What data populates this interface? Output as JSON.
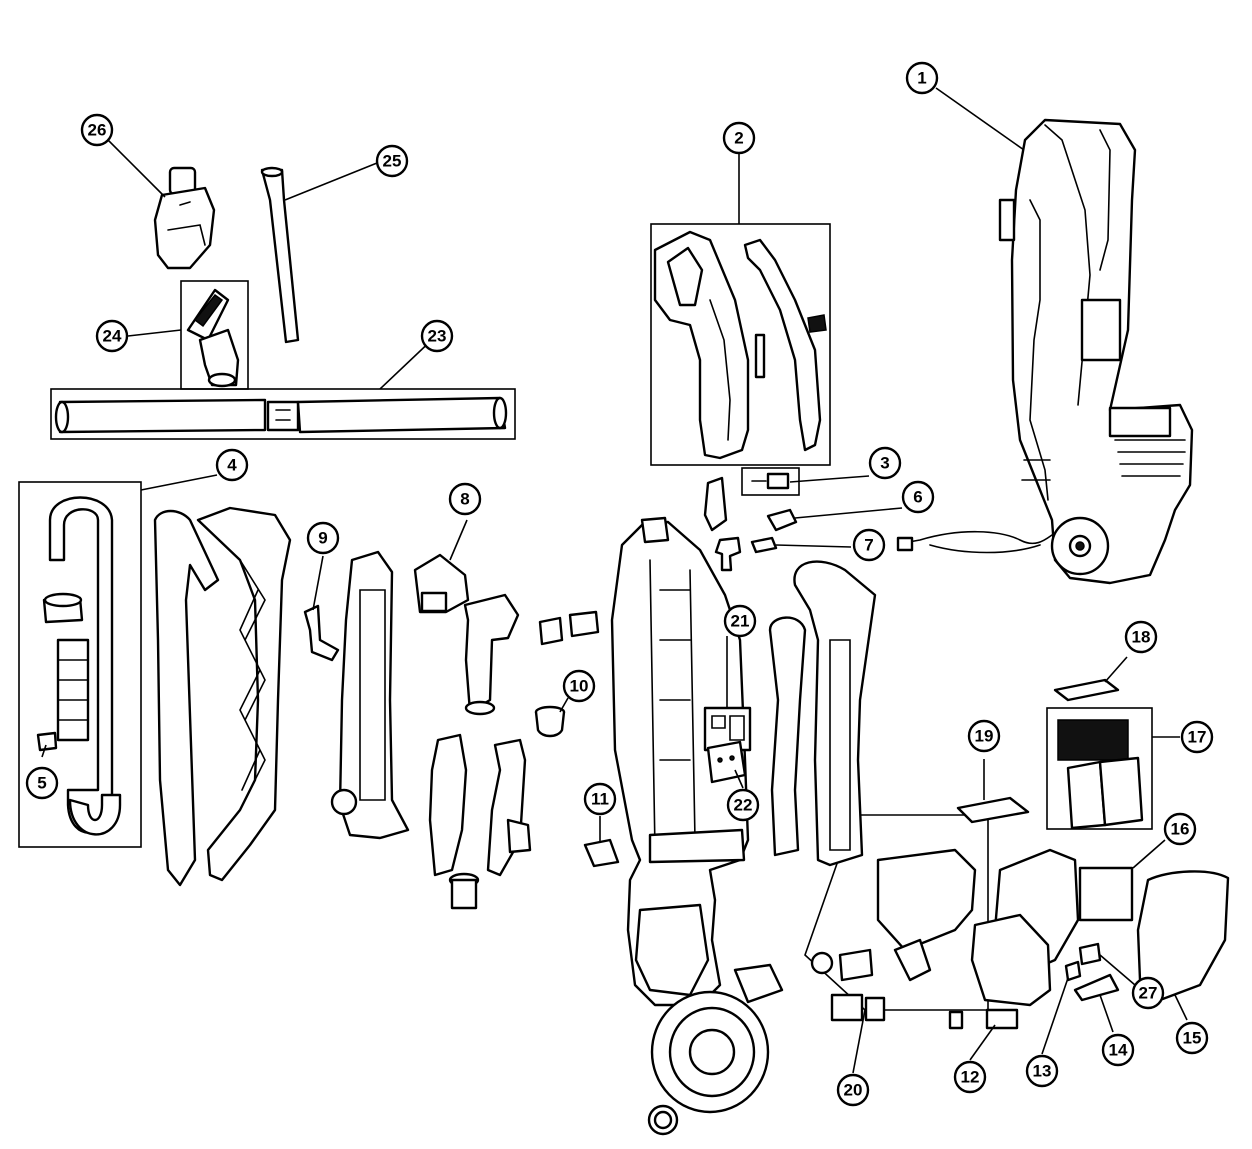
{
  "callouts": [
    {
      "id": "1",
      "label": "1"
    },
    {
      "id": "2",
      "label": "2"
    },
    {
      "id": "3",
      "label": "3"
    },
    {
      "id": "4",
      "label": "4"
    },
    {
      "id": "5",
      "label": "5"
    },
    {
      "id": "6",
      "label": "6"
    },
    {
      "id": "7",
      "label": "7"
    },
    {
      "id": "8",
      "label": "8"
    },
    {
      "id": "9",
      "label": "9"
    },
    {
      "id": "10",
      "label": "10"
    },
    {
      "id": "11",
      "label": "11"
    },
    {
      "id": "12",
      "label": "12"
    },
    {
      "id": "13",
      "label": "13"
    },
    {
      "id": "14",
      "label": "14"
    },
    {
      "id": "15",
      "label": "15"
    },
    {
      "id": "16",
      "label": "16"
    },
    {
      "id": "17",
      "label": "17"
    },
    {
      "id": "18",
      "label": "18"
    },
    {
      "id": "19",
      "label": "19"
    },
    {
      "id": "20",
      "label": "20"
    },
    {
      "id": "21",
      "label": "21"
    },
    {
      "id": "22",
      "label": "22"
    },
    {
      "id": "23",
      "label": "23"
    },
    {
      "id": "24",
      "label": "24"
    },
    {
      "id": "25",
      "label": "25"
    },
    {
      "id": "26",
      "label": "26"
    },
    {
      "id": "27",
      "label": "27"
    }
  ],
  "colors": {
    "ink": "#000000",
    "paper": "#ffffff"
  }
}
